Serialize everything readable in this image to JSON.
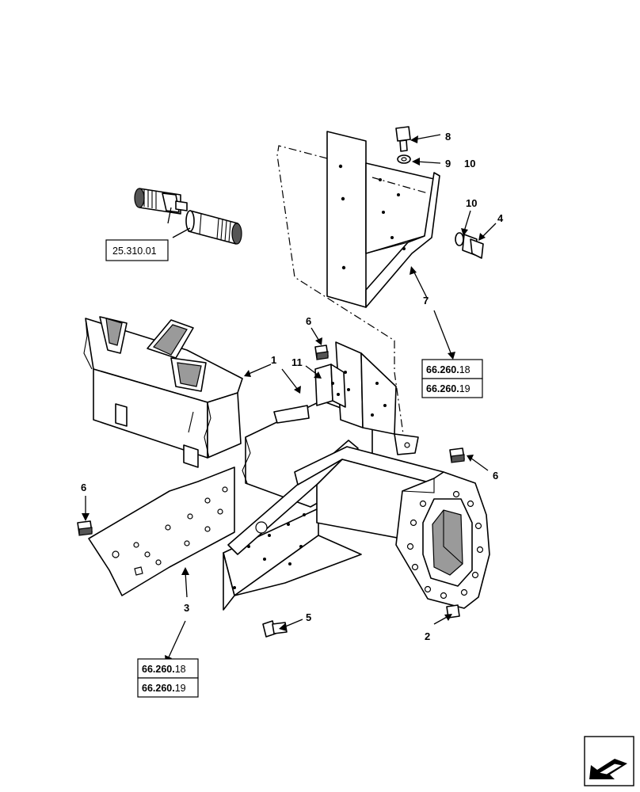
{
  "callouts": {
    "c1": "1",
    "c2": "2",
    "c3": "3",
    "c4": "4",
    "c5": "5",
    "c6a": "6",
    "c6b": "6",
    "c6c": "6",
    "c7": "7",
    "c8": "8",
    "c9": "9",
    "c10a": "10",
    "c10b": "10",
    "c11": "11"
  },
  "refs": {
    "shaft": "25.310.01",
    "bracket_a_bold": "66.260.",
    "bracket_a_norm": "18",
    "bracket_b_bold": "66.260.",
    "bracket_b_norm": "19",
    "bottom_a_bold": "66.260.",
    "bottom_a_norm": "18",
    "bottom_b_bold": "66.260.",
    "bottom_b_norm": "19"
  },
  "icons": {
    "nav": "next-page-arrow-icon"
  }
}
